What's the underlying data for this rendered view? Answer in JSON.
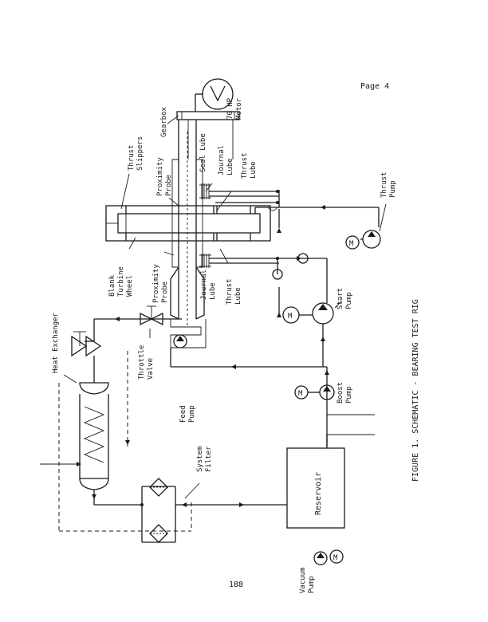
{
  "page_label": "Page 4",
  "page_number": "188",
  "figure_caption": "FIGURE 1. SCHEMATIC - BEARING TEST RIG",
  "labels": {
    "motor": [
      "70 HP",
      "Motor"
    ],
    "gearbox": "Gearbox",
    "thrust_slippers": [
      "Thrust",
      "Slippers"
    ],
    "proximity_probe_top": [
      "Proximity",
      "Probe"
    ],
    "seal_lube": "Seal Lube",
    "journal_lube_top": [
      "Journal",
      "Lube"
    ],
    "thrust_lube_top": [
      "Thrust",
      "Lube"
    ],
    "thrust_pump": [
      "Thrust",
      "Pump"
    ],
    "heat_exchanger": "Heat Exchanger",
    "blank_turbine_wheel": [
      "Blank",
      "Turbine",
      "Wheel"
    ],
    "proximity_probe_bottom": [
      "Proximity",
      "Probe"
    ],
    "journal_lube_bottom": [
      "Journal",
      "Lube"
    ],
    "thrust_lube_bottom": [
      "Thrust",
      "Lube"
    ],
    "start_pump": [
      "Start",
      "Pump"
    ],
    "throttle_valve": [
      "Throttle",
      "Valve"
    ],
    "feed_pump": [
      "Feed",
      "Pump"
    ],
    "boost_pump": [
      "Boost",
      "Pump"
    ],
    "system_filter": [
      "System",
      "Filter"
    ],
    "reservoir": "Reservoir",
    "vacuum_pump": [
      "Vacuum",
      "Pump"
    ],
    "motor_symbol": "M"
  }
}
